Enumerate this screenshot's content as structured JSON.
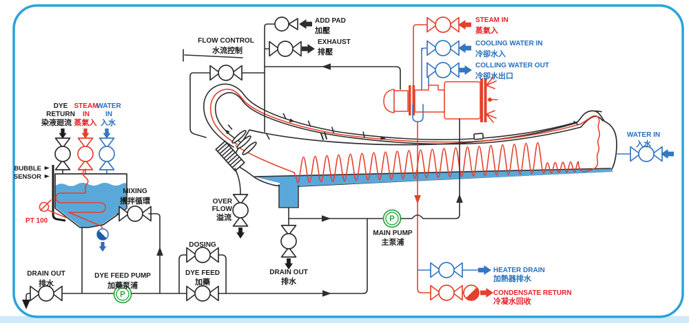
{
  "diagram_title": "jet-dyeing-machine-piping-diagram",
  "colors": {
    "line_black": "#2f2e2e",
    "accent_red": "#e5402c",
    "label_red": "#e81e26",
    "pipe_blue": "#3576c2",
    "label_blue": "#2470bd",
    "pump_green": "#2fa844",
    "liquid_blue": "#5aa8d9",
    "border_blue": "#29a3dc",
    "bottom_strip": "#cfe9f7"
  },
  "labels": {
    "flow_control_en": "FLOW CONTROL",
    "flow_control_zh": "水流控制",
    "add_pad_en": "ADD PAD",
    "add_pad_zh": "加壓",
    "exhaust_en": "EXHAUST",
    "exhaust_zh": "排壓",
    "steam_in_top_en": "STEAM IN",
    "steam_in_top_zh": "蒸氣入",
    "cooling_water_in_en": "COOLING WATER IN",
    "cooling_water_in_zh": "冷卻水入",
    "cooling_water_out_en": "COLLING WATER OUT",
    "cooling_water_out_zh": "冷卻水出口",
    "water_in_right_en": "WATER IN",
    "water_in_right_zh": "入水",
    "dye_return_l1": "DYE",
    "dye_return_l2": "RETURN",
    "dye_return_zh": "染液廻流",
    "steam_in_left_l1": "STEAM",
    "steam_in_left_l2": "IN",
    "steam_in_left_zh": "蒸氣入",
    "water_in_left_l1": "WATER",
    "water_in_left_l2": "IN",
    "water_in_left_zh": "入水",
    "bubble_sensor_l1": "BUBBLE",
    "bubble_sensor_l2": "SENSOR",
    "pt100": "PT 100",
    "mixing_en": "MIXING",
    "mixing_zh": "攪拌循環",
    "drain_out_left_en": "DRAIN OUT",
    "drain_out_left_zh": "排水",
    "dye_feed_pump_en": "DYE FEED PUMP",
    "dye_feed_pump_zh": "加藥泵浦",
    "dosing_en": "DOSING",
    "dye_feed_en": "DYE FEED",
    "dye_feed_zh": "加藥",
    "overflow_l1": "OVER",
    "overflow_l2": "FLOW",
    "overflow_zh": "溢流",
    "drain_out_mid_en": "DRAIN OUT",
    "drain_out_mid_zh": "排水",
    "main_pump_en": "MAIN PUMP",
    "main_pump_zh": "主泵浦",
    "heater_drain_en": "HEATER DRAIN",
    "heater_drain_zh": "加熱器排水",
    "condensate_return_en": "CONDENSATE RETURN",
    "condensate_return_zh": "冷凝水回收",
    "pump_symbol": "P"
  }
}
